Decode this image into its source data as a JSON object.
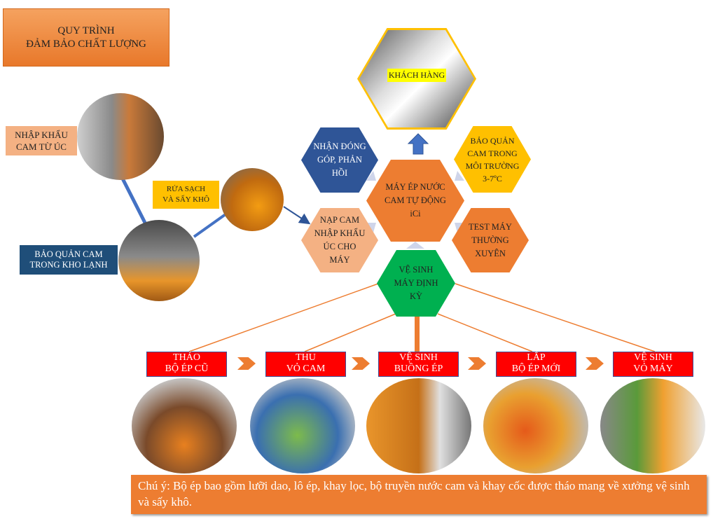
{
  "title": "QUY TRÌNH\nĐẢM BẢO CHẤT LƯỢNG",
  "supply": {
    "import": "NHẬP KHẨU\nCAM TỪ ÚC",
    "wash": "RỬA SẠCH\nVÀ SẤY KHÔ",
    "cold": "BẢO QUẢN CAM\nTRONG  KHO LẠNH"
  },
  "hexes": {
    "customer": "KHÁCH HÀNG",
    "feedback": "NHẬN ĐÓNG\nGÓP, PHẢN\nHỒI",
    "center": "MÁY ÉP NƯỚC\nCAM TỰ ĐỘNG\niCi",
    "storage": "BẢO QUẢN\nCAM  TRONG\nMÔI TRƯỜNG\n3-7ºC",
    "load": "NẠP CAM\nNHẬP KHẨU\nÚC CHO\nMÁY",
    "test": "TEST MÁY\nTHƯỜNG\nXUYÊN",
    "clean": "VỆ SINH\nMÁY ĐỊNH\nKỲ"
  },
  "steps": [
    "THÁO\nBỘ ÉP CŨ",
    "THU\nVỎ CAM",
    "VỆ SINH\nBUỒNG ÉP",
    "LẮP\nBỘ ÉP MỚI",
    "VỆ SINH\nVỎ MÁY"
  ],
  "note": "Chú ý: Bộ ép bao gồm lưỡi dao, lô ép, khay lọc, bộ truyền nước cam và khay cốc được tháo mang về xưởng vệ sinh và sấy khô."
}
